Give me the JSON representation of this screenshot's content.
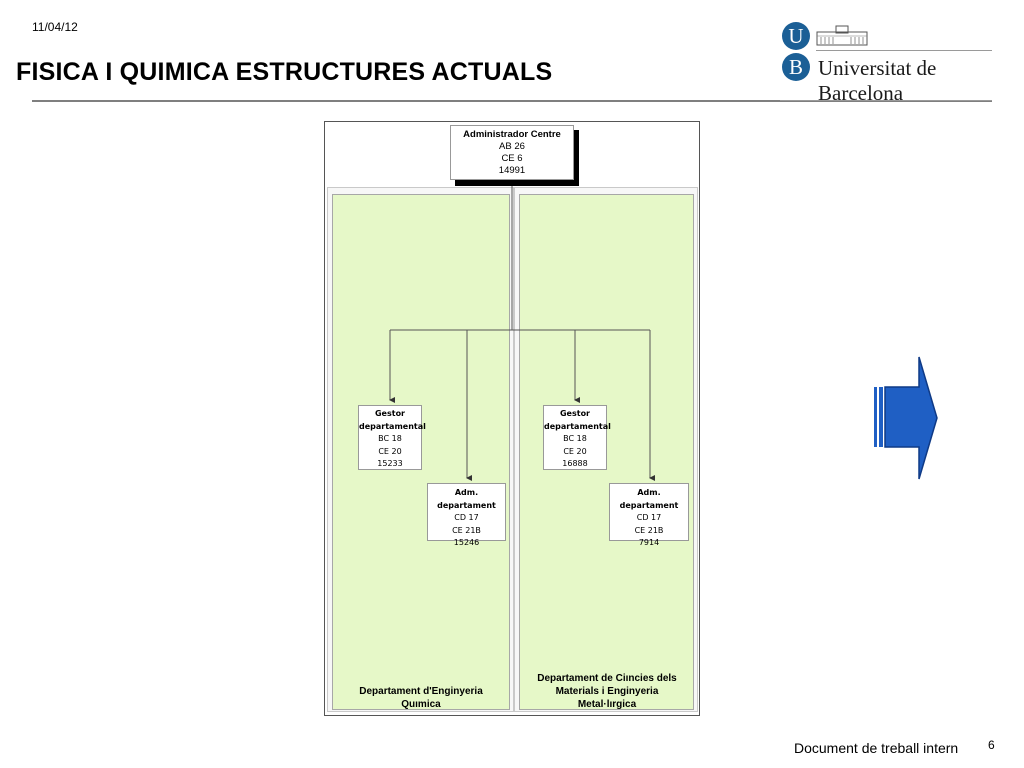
{
  "header": {
    "date": "11/04/12",
    "title": "FISICA I QUIMICA ESTRUCTURES ACTUALS"
  },
  "logo": {
    "badge_top": "U",
    "badge_bottom": "B",
    "text": "Universitat de Barcelona"
  },
  "org": {
    "top": {
      "title": "Administrador Centre",
      "lines": [
        "AB 26",
        "CE 6",
        "14991"
      ]
    },
    "departments": [
      {
        "name": "Departament d'Enginyeria Quımica",
        "roles": [
          {
            "title": "Gestor departamental",
            "lines": [
              "BC 18",
              "CE 20",
              "15233"
            ]
          },
          {
            "title": "Adm. departament",
            "lines": [
              "CD 17",
              "CE 21B",
              "15246"
            ]
          }
        ]
      },
      {
        "name": "Departament de Ciıncies dels Materials i Enginyeria Metal·lırgica",
        "roles": [
          {
            "title": "Gestor departamental",
            "lines": [
              "BC 18",
              "CE 20",
              "16888"
            ]
          },
          {
            "title": "Adm. departament",
            "lines": [
              "CD 17",
              "CE 21B",
              "7914"
            ]
          }
        ]
      }
    ]
  },
  "arrow_color": "#1f5fc4",
  "footer": {
    "text": "Document de treball intern",
    "page": "6"
  }
}
